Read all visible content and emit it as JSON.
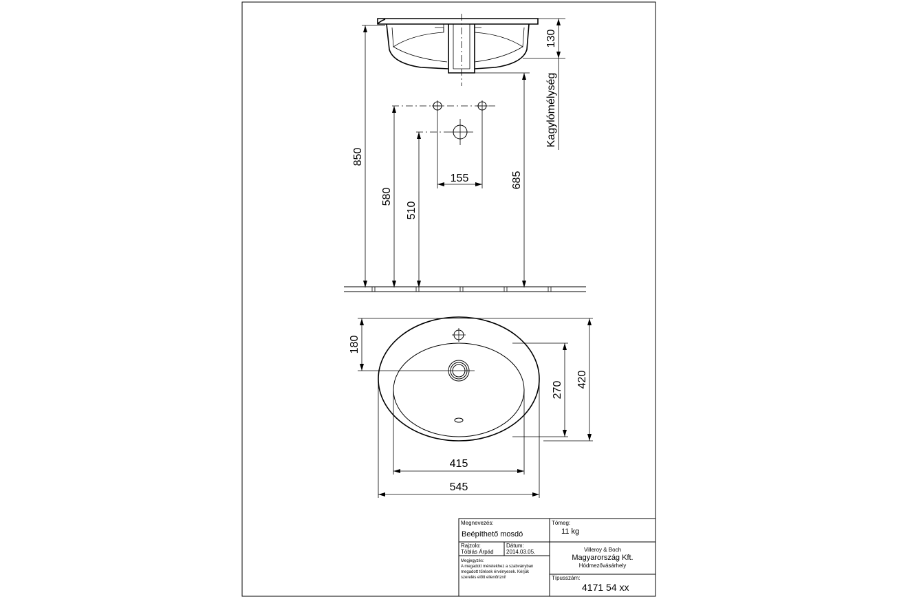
{
  "dimensions": {
    "d130": "130",
    "depth_label": "Kagylómélység",
    "d850": "850",
    "d580": "580",
    "d510": "510",
    "d155": "155",
    "d685": "685",
    "d180": "180",
    "d270": "270",
    "d420": "420",
    "d415": "415",
    "d545": "545"
  },
  "title_block": {
    "name_label": "Megnevezés:",
    "name_value": "Beépíthető mosdó",
    "weight_label": "Tömeg:",
    "weight_value": "11 kg",
    "drawer_label": "Rajzolo:",
    "drawer_value": "Töblás Árpád",
    "date_label": "Dátum:",
    "date_value": "2014.03.05.",
    "company_line1": "Villeroy  & Boch",
    "company_line2": "Magyarország Kft.",
    "company_line3": "Hódmezővásárhely",
    "note_label": "Megjegyzés:",
    "note_line1": "A megadott méretekhez a szabványban",
    "note_line2": "megadott tűrések érvényesek. Kérjük",
    "note_line3": "szerelés előtt ellenőrizni!",
    "type_label": "Típusszám:",
    "type_value": "4171 54 xx"
  }
}
